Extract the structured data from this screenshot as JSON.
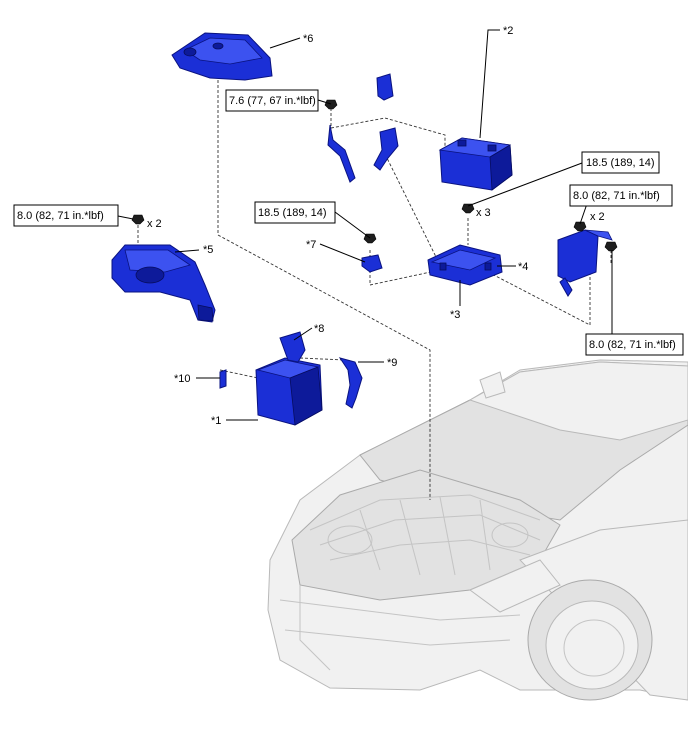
{
  "callouts": {
    "c1": "*1",
    "c2": "*2",
    "c3": "*3",
    "c4": "*4",
    "c5": "*5",
    "c6": "*6",
    "c7": "*7",
    "c8": "*8",
    "c9": "*9",
    "c10": "*10"
  },
  "torques": {
    "t_ground_bolt": "7.6 (77, 67 in.*lbf)",
    "t_battery_tray": "18.5 (189, 14)",
    "t_bracket": "18.5 (189, 14)",
    "t_duct": "8.0 (82, 71 in.*lbf)",
    "t_ecu_upper": "8.0 (82, 71 in.*lbf)",
    "t_ecu_lower": "8.0 (82, 71 in.*lbf)"
  },
  "quantities": {
    "q_duct": "x 2",
    "q_tray": "x 3",
    "q_ecu": "x 2"
  },
  "colors": {
    "part_blue": "#1b2fd6",
    "vehicle_gray": "#f1f1f1"
  }
}
